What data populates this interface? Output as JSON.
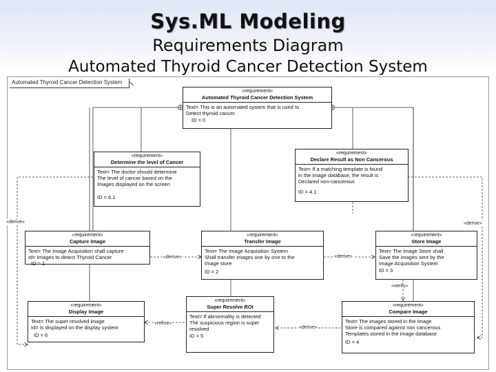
{
  "slide": {
    "title": "Sys.ML Modeling",
    "subtitle": "Requirements Diagram",
    "system_title": "Automated Thyroid Cancer Detection System"
  },
  "diagram": {
    "frame_name": "Automated Thyroid Cancer Detection System",
    "stereotype": "«requirement»",
    "requirements": {
      "root": {
        "name": "Automated Thyroid Cancer Detection System",
        "text": "Text=   This is an automated system that is used to\nDetect thyroid cancer.",
        "id": "ID = 0"
      },
      "determine": {
        "name": "Determine the level of Cancer",
        "text": "Text=   The doctor should determine\nThe level of cancer based on the\nImages displayed on the screen",
        "id": "ID = 6.1"
      },
      "declare": {
        "name": "Declare Result as Non Cancerous",
        "text": "Text=   If a matching template is found\nin the image database, the result is\nDeclared non-cancerous",
        "id": "ID = 4.1"
      },
      "capture": {
        "name": "Capture Image",
        "text": "Text=  The Image Acquisition shall capture\nId=  Images to detect Thyroid Cancer",
        "id": "ID = 1"
      },
      "transfer": {
        "name": "Transfer Image",
        "text": "Text=  The Image Acquisition System\nShall transfer images one by one to the\nImage store",
        "id": "ID = 2"
      },
      "store": {
        "name": "Store Image",
        "text": "Text= The Image Store shall\nSave the images sent by the\nImage Acquisition System",
        "id": "ID = 3"
      },
      "display": {
        "name": "Display Image",
        "text": "Text=  The super resolved image\nId=    Is displayed on the display system",
        "id": "ID = 6"
      },
      "superres": {
        "name": "Super Resolve ROI",
        "text": "Text=    If abnormality is detected\nThe suspicious region is super\nresolved",
        "id": "ID = 5"
      },
      "compare": {
        "name": "Compare Image",
        "text": "Text=  The images stored in the Image\nStore is compared against non cancerous\nTemplates stored in the image database",
        "id": "ID = 4"
      }
    },
    "relations": {
      "derive": "«derive»",
      "verify": "«verify»",
      "refine": "«refine»"
    }
  }
}
